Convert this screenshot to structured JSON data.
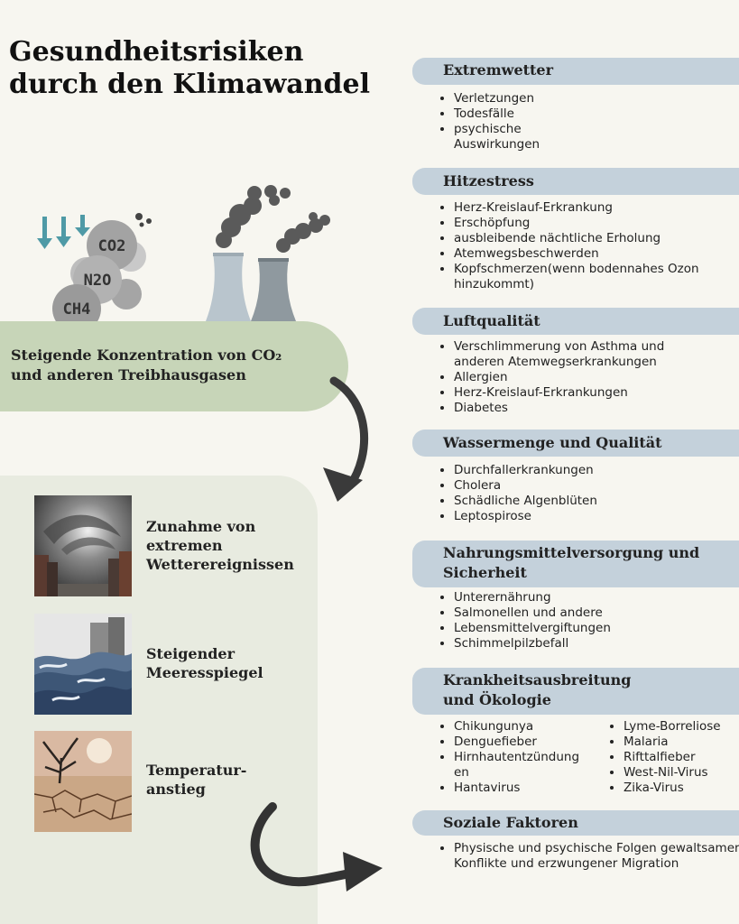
{
  "title": [
    "Gesundheitsrisiken",
    "durch den Klimawandel"
  ],
  "gas_labels": {
    "co2": "CO2",
    "n2o": "N2O",
    "ch4": "CH4"
  },
  "main_cause": [
    "Steigende Konzentration von CO₂",
    "und anderen Treibhausgasen"
  ],
  "causes": [
    {
      "lines": [
        "Zunahme von",
        "extremen",
        "Wetterereignissen"
      ],
      "image": "storm-city-painting"
    },
    {
      "lines": [
        "Steigender",
        "Meeresspiegel"
      ],
      "image": "flood-waves-painting"
    },
    {
      "lines": [
        "Temperatur-",
        "anstieg"
      ],
      "image": "drought-tree-painting"
    }
  ],
  "sections": [
    {
      "heading": [
        "Extremwetter"
      ],
      "items": [
        "Verletzungen",
        "Todesfälle",
        "psychische Auswirkungen"
      ]
    },
    {
      "heading": [
        "Hitzestress"
      ],
      "items": [
        "Herz-Kreislauf-Erkrankung",
        "Erschöpfung",
        "ausbleibende nächtliche Erholung",
        "Atemwegsbeschwerden",
        "Kopfschmerzen(wenn bodennahes Ozon hinzukommt)"
      ]
    },
    {
      "heading": [
        "Luftqualität"
      ],
      "items": [
        "Verschlimmerung von Asthma und anderen Atemwegserkrankungen",
        "Allergien",
        "Herz-Kreislauf-Erkrankungen",
        "Diabetes"
      ]
    },
    {
      "heading": [
        "Wassermenge und Qualität"
      ],
      "items": [
        "Durchfallerkrankungen",
        "Cholera",
        "Schädliche Algenblüten",
        "Leptospirose"
      ]
    },
    {
      "heading": [
        "Nahrungsmittelversorgung und",
        "Sicherheit"
      ],
      "items": [
        "Unterernährung",
        "Salmonellen und andere",
        "Lebensmittelvergiftungen",
        "Schimmelpilzbefall"
      ]
    },
    {
      "heading": [
        "Krankheitsausbreitung",
        "und Ökologie"
      ],
      "items_left": [
        "Chikungunya",
        "Denguefieber",
        "Hirnhautentzündungen",
        "Hantavirus"
      ],
      "items_right": [
        "Lyme-Borreliose",
        "Malaria",
        "Rifttalfieber",
        "West-Nil-Virus",
        "Zika-Virus"
      ]
    },
    {
      "heading": [
        "Soziale Faktoren"
      ],
      "items": [
        "Physische und psychische Folgen gewaltsamer Konflikte und erzwungener Migration"
      ]
    }
  ],
  "colors": {
    "background": "#f7f6f0",
    "green_band": "#c7d5b8",
    "blue_heading": "#c4d1db",
    "arrow_teal": "#4f9aa6",
    "panel": "#e8ebe0"
  }
}
